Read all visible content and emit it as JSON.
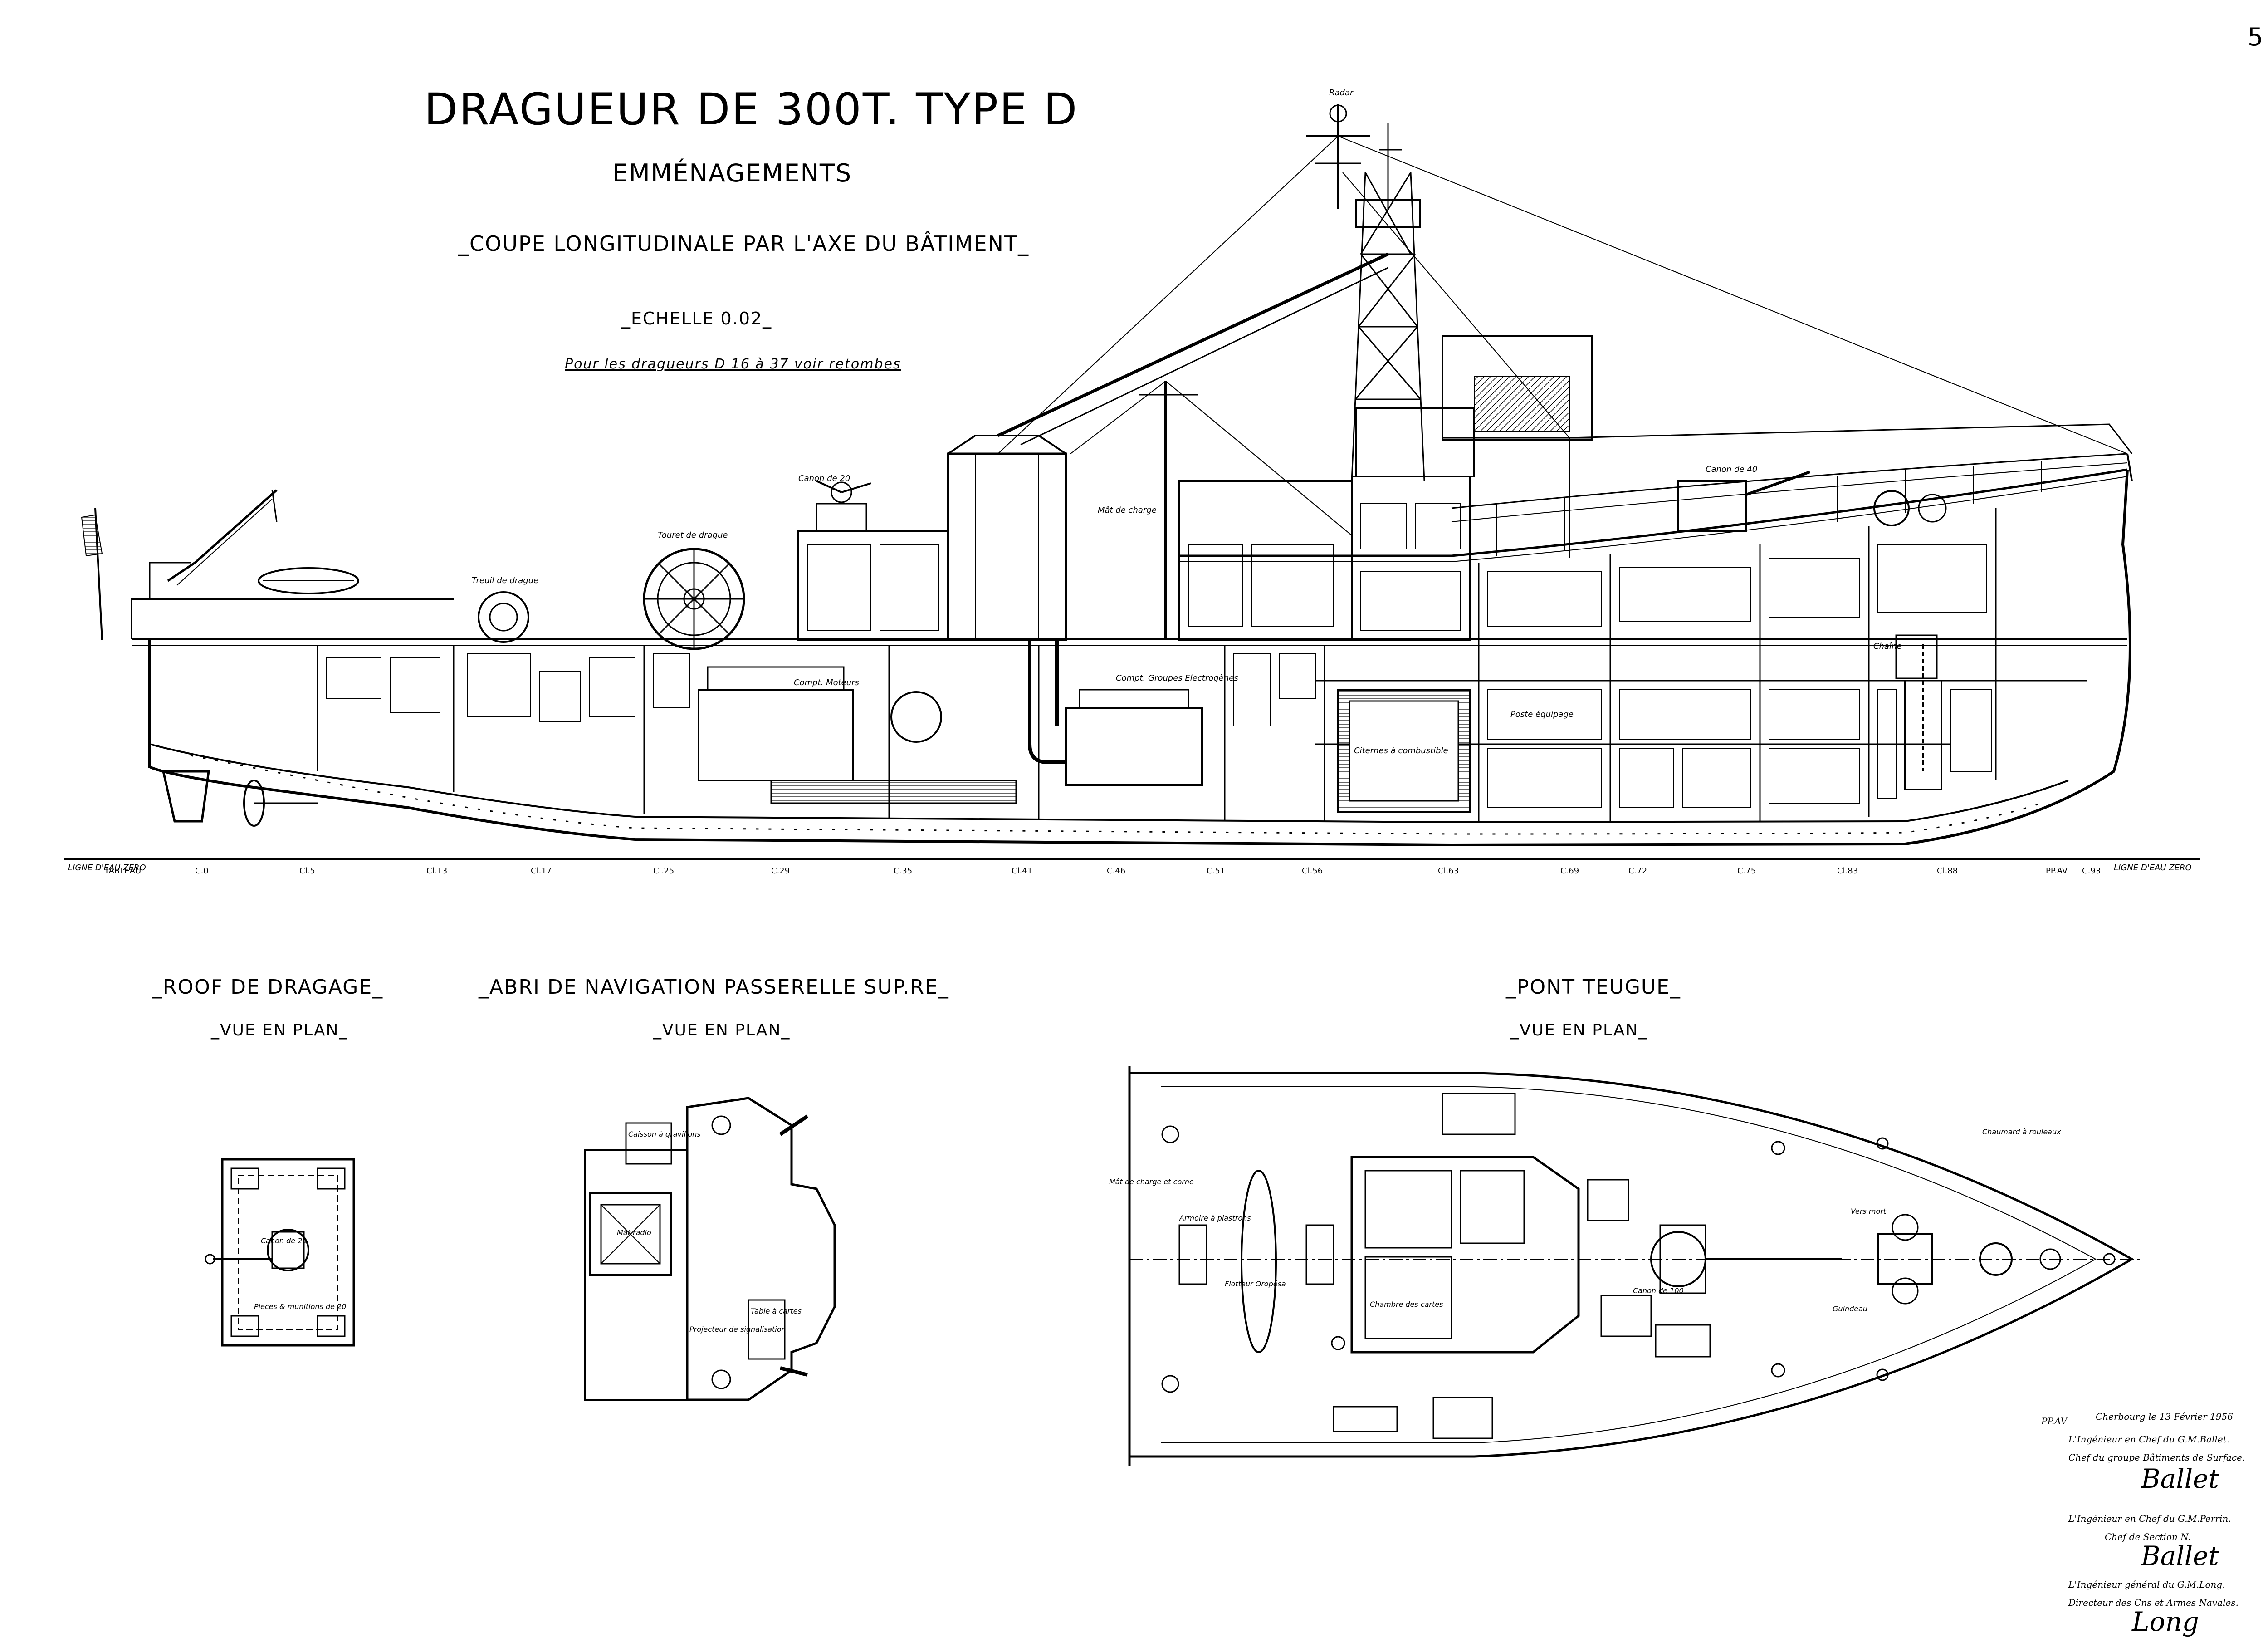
{
  "page_number": "5",
  "title": "DRAGUEUR DE 300T. TYPE D",
  "subtitle": "EMMÉNAGEMENTS",
  "section": "_COUPE LONGITUDINALE PAR L'AXE DU BÂTIMENT_",
  "scale": "_ECHELLE 0.02_",
  "note": "Pour les dragueurs D 16 à 37 voir retombes",
  "views": {
    "roof": {
      "title": "_ROOF DE DRAGAGE_",
      "subtitle": "_VUE EN PLAN_",
      "labels": [
        "Canon de 20",
        "Pieces & munitions de 20"
      ]
    },
    "abri": {
      "title": "_ABRI DE NAVIGATION PASSERELLE SUP.RE_",
      "subtitle": "_VUE EN PLAN_",
      "labels": [
        "Caisson à gravillons",
        "Mât radio",
        "Table à cartes",
        "Projecteur de signalisation"
      ]
    },
    "pont": {
      "title": "_PONT TEUGUE_",
      "subtitle": "_VUE EN PLAN_",
      "labels": [
        "Mât de charge et corne",
        "Armoire à plastrons",
        "Flotteur Oropésa",
        "Chambre des cartes",
        "Canon de 100",
        "Chaumard à rouleaux",
        "Vers mort",
        "Guindeau"
      ]
    }
  },
  "elevation_labels": {
    "antenna": "Radar",
    "cannon_aft": "Canon de 20",
    "winch": "Treuil de drague",
    "reel": "Touret de drague",
    "engine_room": "Compt. Moteurs",
    "generators": "Compt. Groupes Electrogènes",
    "fuel": "Citernes à combustible",
    "crew": "Poste équipage",
    "gun_fore": "Canon de 40",
    "chain": "Chaîne",
    "mast_note": "Mât de charge",
    "waterline_aft": "LIGNE D'EAU ZERO",
    "waterline_fore": "LIGNE D'EAU ZERO"
  },
  "frames": [
    "TABLEAU",
    "C.0",
    "Cl.5",
    "Cl.13",
    "Cl.17",
    "Cl.25",
    "C.29",
    "C.35",
    "Cl.41",
    "C.46",
    "C.51",
    "Cl.56",
    "Cl.63",
    "C.69",
    "C.72",
    "C.75",
    "Cl.83",
    "Cl.88",
    "PP.AV",
    "C.93"
  ],
  "signature": {
    "place_date": "Cherbourg le 13 Février 1956",
    "line1": "L'Ingénieur en Chef du G.M.Ballet.",
    "line2": "Chef du groupe Bâtiments de Surface.",
    "line3": "L'Ingénieur en Chef du G.M.Perrin.",
    "line4": "Chef de Section N.",
    "line5": "L'Ingénieur général du G.M.Long.",
    "line6": "Directeur des Cns et Armes Navales.",
    "pp": "PP.AV"
  }
}
